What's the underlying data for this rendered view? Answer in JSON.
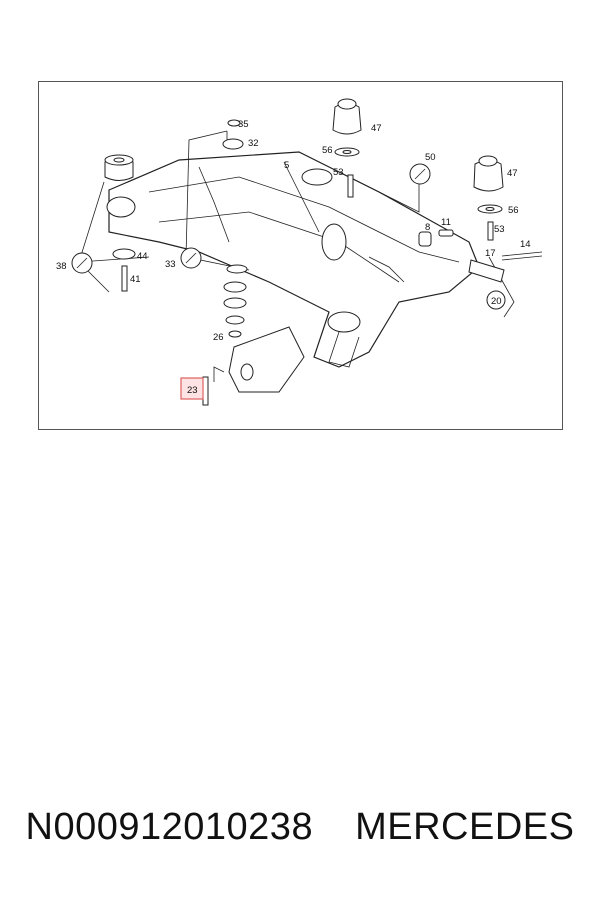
{
  "diagram": {
    "callouts": [
      "35",
      "32",
      "5",
      "47",
      "56",
      "53",
      "50",
      "47",
      "56",
      "38",
      "44",
      "41",
      "33",
      "8",
      "11",
      "17",
      "53",
      "14",
      "20",
      "26",
      "23"
    ],
    "highlight_color": "#e06060"
  },
  "caption": {
    "part_number": "N000912010238",
    "brand": "MERCEDES"
  }
}
